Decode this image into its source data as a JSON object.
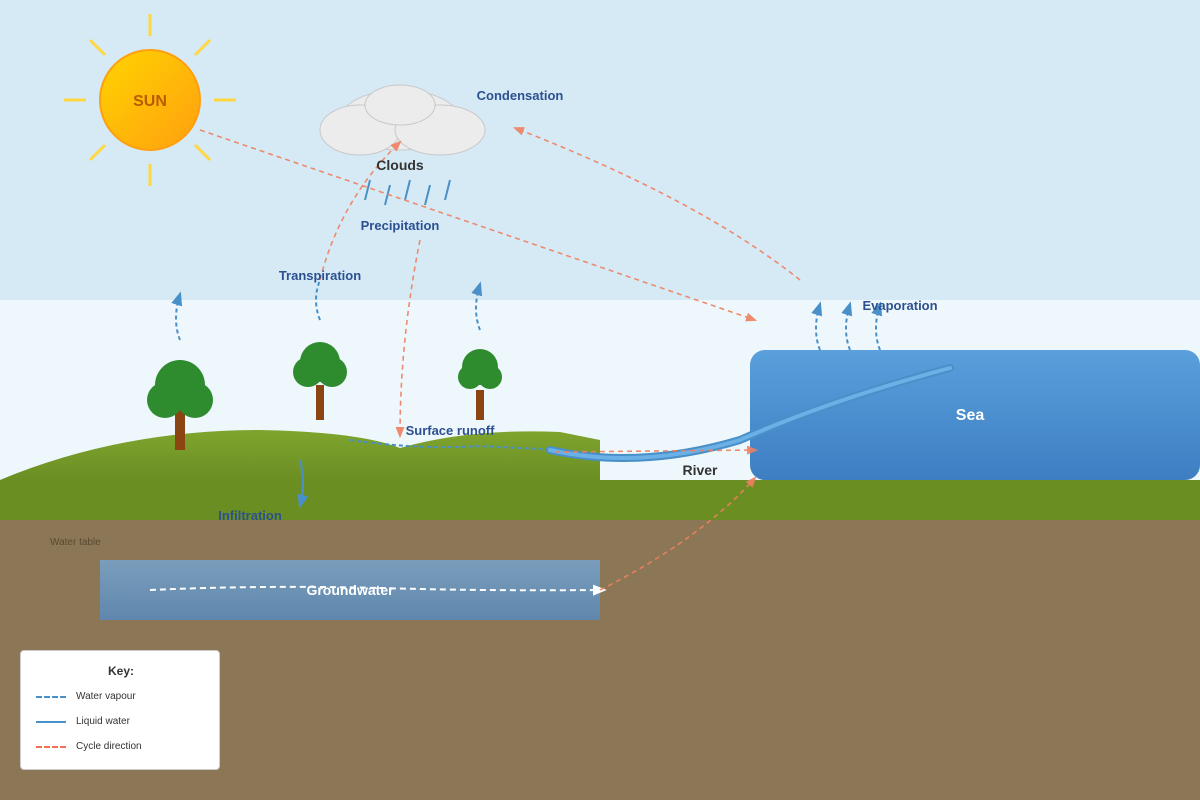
{
  "labels": {
    "sun": "SUN",
    "clouds": "Clouds",
    "condensation": "Condensation",
    "precipitation": "Precipitation",
    "transpiration": "Transpiration",
    "evaporation": "Evaporation",
    "surface_runoff": "Surface runoff",
    "river": "River",
    "sea": "Sea",
    "infiltration": "Infiltration",
    "water_table": "Water table",
    "groundwater": "Groundwater"
  },
  "key": {
    "title": "Key:",
    "items": [
      {
        "label": "Water vapour",
        "style": "dashed",
        "color": "#4a90c8"
      },
      {
        "label": "Liquid water",
        "style": "solid",
        "color": "#4a90c8"
      },
      {
        "label": "Cycle direction",
        "style": "dashed",
        "color": "#f07050"
      }
    ]
  },
  "colors": {
    "sky": "#d6eaf6",
    "lower_sky": "#eef7fc",
    "sun_fill": "#ffc107",
    "sun_ray": "#ffd740",
    "sun_text": "#b85c00",
    "cloud": "#ececec",
    "grass": "#6b8e23",
    "soil": "#8b7755",
    "sea": "#4a8fd4",
    "groundwater": "#6e94b4",
    "tree_leaves": "#2e8b2e",
    "tree_trunk": "#8b4513",
    "vapour": "#4a90c8",
    "cycle": "#ef8060"
  }
}
